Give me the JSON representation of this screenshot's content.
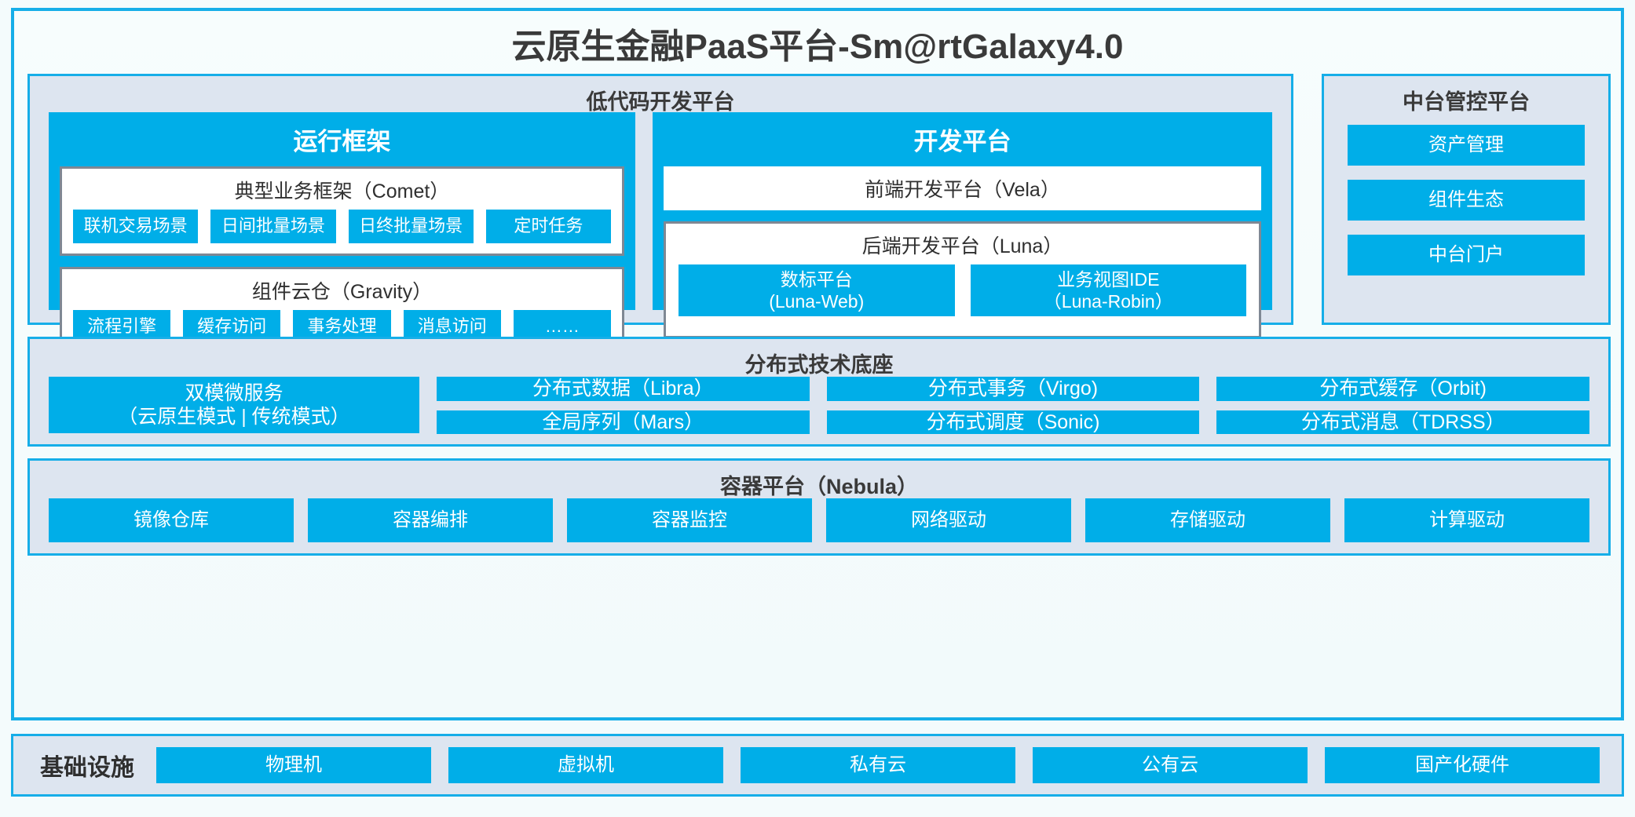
{
  "title": "云原生金融PaaS平台-Sm@rtGalaxy4.0",
  "colors": {
    "accent_blue": "#00AEE8",
    "frame_blue": "#16AEE8",
    "panel_bg": "#DDE5F0",
    "page_bg": "#F4FBFC",
    "white_box_border": "#7F8894"
  },
  "lowcode": {
    "title": "低代码开发平台",
    "runtime": {
      "title": "运行框架",
      "comet": {
        "title": "典型业务框架（Comet）",
        "items": [
          "联机交易场景",
          "日间批量场景",
          "日终批量场景",
          "定时任务"
        ]
      },
      "gravity": {
        "title": "组件云仓（Gravity）",
        "items": [
          "流程引擎",
          "缓存访问",
          "事务处理",
          "消息访问",
          "……"
        ]
      }
    },
    "devplatform": {
      "title": "开发平台",
      "frontend": "前端开发平台（Vela）",
      "backend": {
        "title": "后端开发平台（Luna）",
        "items": [
          {
            "name": "数标平台",
            "code": "(Luna-Web)"
          },
          {
            "name": "业务视图IDE",
            "code": "（Luna-Robin）"
          }
        ]
      }
    }
  },
  "midoffice": {
    "title": "中台管控平台",
    "items": [
      "资产管理",
      "组件生态",
      "中台门户"
    ]
  },
  "distributed": {
    "title": "分布式技术底座",
    "microservice": {
      "line1": "双模微服务",
      "line2": "（云原生模式 | 传统模式）"
    },
    "columns": [
      [
        "分布式数据（Libra）",
        "全局序列（Mars）"
      ],
      [
        "分布式事务（Virgo)",
        "分布式调度（Sonic)"
      ],
      [
        "分布式缓存（Orbit)",
        "分布式消息（TDRSS）"
      ]
    ]
  },
  "container": {
    "title": "容器平台（Nebula）",
    "items": [
      "镜像仓库",
      "容器编排",
      "容器监控",
      "网络驱动",
      "存储驱动",
      "计算驱动"
    ]
  },
  "infrastructure": {
    "label": "基础设施",
    "items": [
      "物理机",
      "虚拟机",
      "私有云",
      "公有云",
      "国产化硬件"
    ]
  }
}
